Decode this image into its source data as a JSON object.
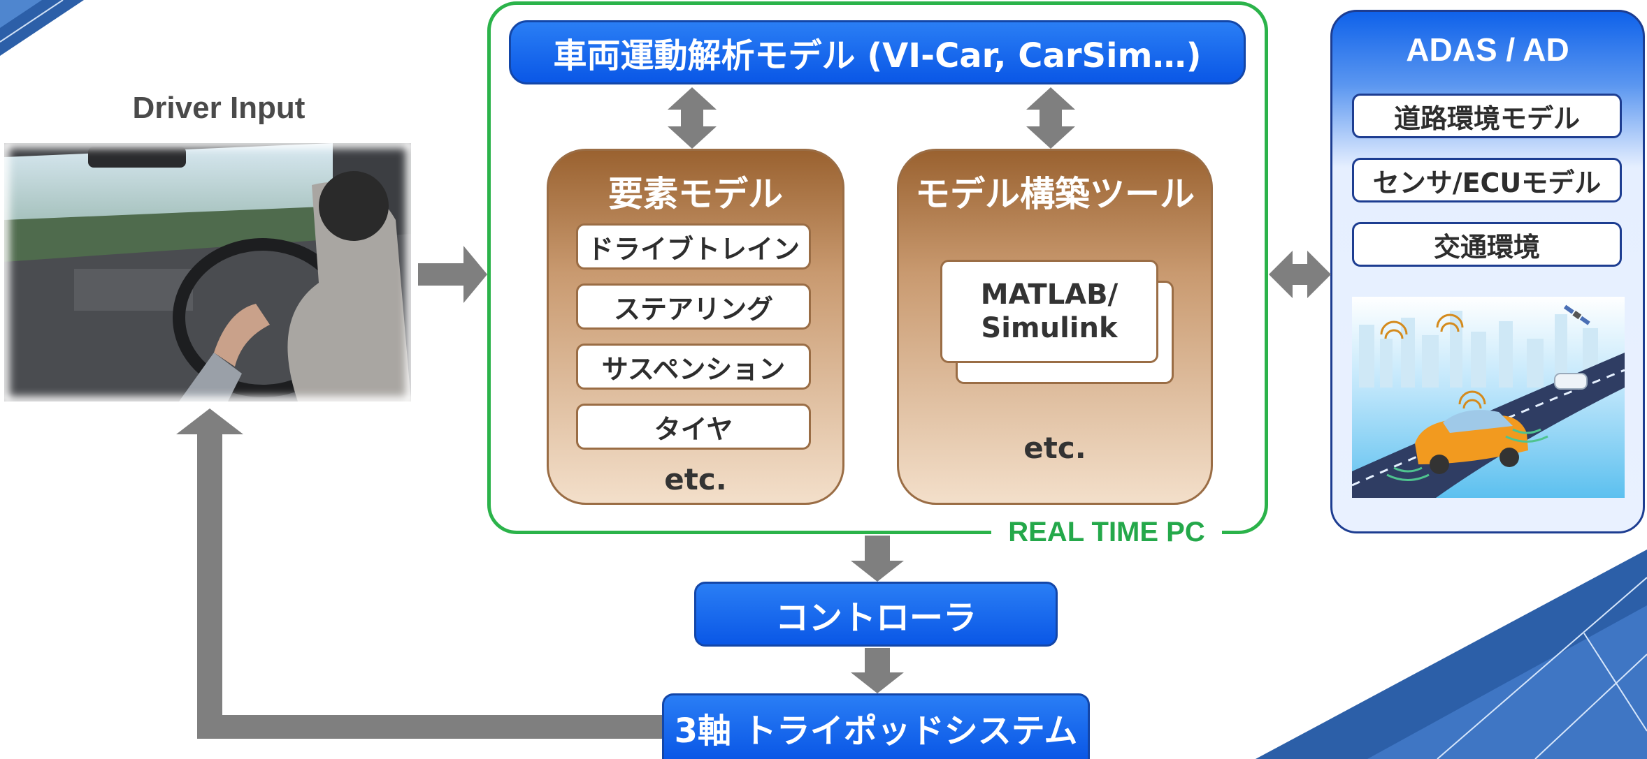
{
  "driver": {
    "label": "Driver Input",
    "photo_icon": "driver-in-car-photo"
  },
  "realtime_pc": {
    "label": "REAL TIME PC",
    "frame_color": "#2bb34a"
  },
  "vehicle_model_banner": "車両運動解析モデル (VI-Car, CarSim…)",
  "element_model": {
    "title": "要素モデル",
    "items": [
      "ドライブトレイン",
      "ステアリング",
      "サスペンション",
      "タイヤ"
    ],
    "etc": "etc."
  },
  "model_tool": {
    "title": "モデル構築ツール",
    "tool": "MATLAB/\nSimulink",
    "etc": "etc."
  },
  "adas": {
    "title": "ADAS / AD",
    "items": [
      "道路環境モデル",
      "センサ/ECUモデル",
      "交通環境"
    ],
    "illustration_icon": "autonomous-car-connected-road-illustration"
  },
  "controller": "コントローラ",
  "tripod": "3軸 トライポッドシステム",
  "colors": {
    "blue": "#0a57e6",
    "brown": "#9a6230",
    "arrow": "#7f7f7f",
    "green": "#2bb34a"
  }
}
